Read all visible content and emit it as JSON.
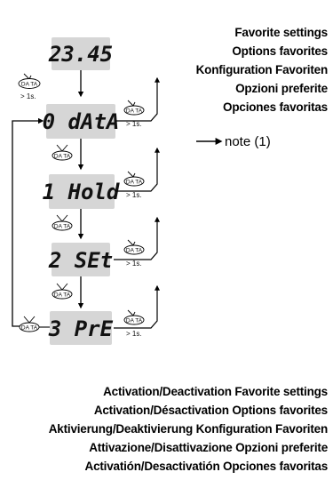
{
  "titles": [
    "Favorite settings",
    "Options favorites",
    "Konfiguration Favoriten",
    "Opzioni preferite",
    "Opciones favoritas"
  ],
  "note": "note (1)",
  "lcd_screens": [
    "23.45",
    "0 dAtA",
    "1 Hold",
    "2 SEt",
    "3 PrE"
  ],
  "button_label": "DA TA",
  "hold_label": "> 1s.",
  "footer": [
    "Activation/Deactivation Favorite settings",
    "Activation/Désactivation Options favorites",
    "Aktivierung/Deaktivierung Konfiguration Favoriten",
    "Attivazione/Disattivazione Opzioni preferite",
    "Activatión/Desactivatión Opciones favoritas"
  ]
}
